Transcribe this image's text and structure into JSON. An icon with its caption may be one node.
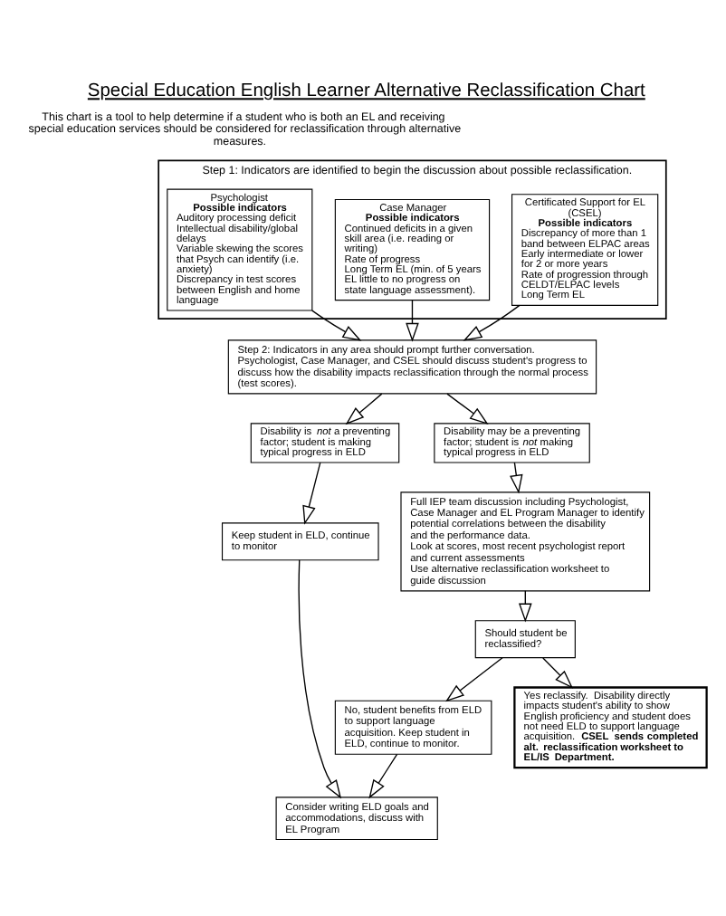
{
  "diagram": {
    "title": "Special Education English Learner Alternative Reclassification Chart",
    "nodes": [
      {
        "text": [
          "Step 1: Indicators are identified to begin the discussion about possible reclassification."
        ]
      },
      {
        "text": [
          "Psychologist",
          "Possible indicators",
          "Auditory processing deficit",
          "Intellectual disability/global delays",
          "Variable skewing the scores that Psych can identify (i.e. anxiety)",
          "Discrepancy in test scores between English and home language"
        ],
        "in": 0
      },
      {
        "text": [
          "Case Manager",
          "Possible indicators",
          "Continued deficits in a given skill area (i.e. reading or writing)",
          "Rate of progress",
          "Long Term EL (min. of 5 years EL little to no progress on state language assessment)."
        ],
        "in": 0
      },
      {
        "text": [
          "Certificated Support for EL (CSEL)",
          "Possible indicators",
          "Discrepancy of more than 1 band between ELPAC areas",
          "Early intermediate or lower for 2 or more years",
          "Rate of progression through CELDT/ELPAC levels",
          "Long Term EL"
        ],
        "in": 0
      },
      {
        "text": [
          "Step 2: Indicators in any area should prompt further conversation.  Psychologist, Case Manager, and CSEL should discuss student's progress to discuss how the disability impacts reclassification through the normal process (test scores)."
        ]
      },
      {
        "text": [
          "Disability is *not* a preventing factor; student is making typical progress in ELD"
        ]
      },
      {
        "text": [
          "Disability may be a preventing factor; student is *not* making typical progress in ELD"
        ]
      },
      {
        "text": [
          "Keep student in ELD, continue to monitor"
        ]
      },
      {
        "text": [
          "Consider writing ELD goals and accommodations, discuss with EL Program"
        ]
      },
      {
        "text": [
          "Full IEP team discussion including Psychologist, Case Manager and EL Program Manager to identify potential correlations between the disability and the performance data.",
          "Look at scores, most recent psychologist report and current assessments",
          "Use alternative reclassification worksheet to guide discussion"
        ]
      },
      {
        "text": [
          "Should student be reclassified?"
        ]
      },
      {
        "text": [
          "No, student benefits from ELD to support language acquisition. Keep student in ELD, continue to monitor."
        ]
      },
      {
        "text": [
          "Yes reclassify.  Disability directly impacts student's ability to show English proficiency and student does not need ELD to support language acquisition.  **CSEL sends completed alt. reclassification worksheet to EL/IS Department.**"
        ]
      }
    ],
    "edges": [
      {
        "from": 1,
        "to": 4,
        "arrow": "to"
      },
      {
        "from": 2,
        "to": 4,
        "arrow": "to"
      },
      {
        "from": 3,
        "to": 4,
        "arrow": "to"
      },
      {
        "from": 4,
        "to": 5,
        "arrow": "to"
      },
      {
        "from": 4,
        "to": 6,
        "arrow": "to"
      },
      {
        "from": 5,
        "to": 7,
        "arrow": "to"
      },
      {
        "from": 7,
        "to": 8,
        "arrow": "to"
      },
      {
        "from": 6,
        "to": 9,
        "arrow": "to"
      },
      {
        "from": 9,
        "to": 10,
        "arrow": "to"
      },
      {
        "from": 10,
        "to": 11,
        "arrow": "to"
      },
      {
        "from": 10,
        "to": 12,
        "arrow": "to"
      },
      {
        "from": 11,
        "to": 8,
        "arrow": "to"
      }
    ],
    "labels": [
      "This chart is a tool to help determine if a student who is both an EL and receiving special education services should be considered for reclassification through alternative measures."
    ]
  }
}
